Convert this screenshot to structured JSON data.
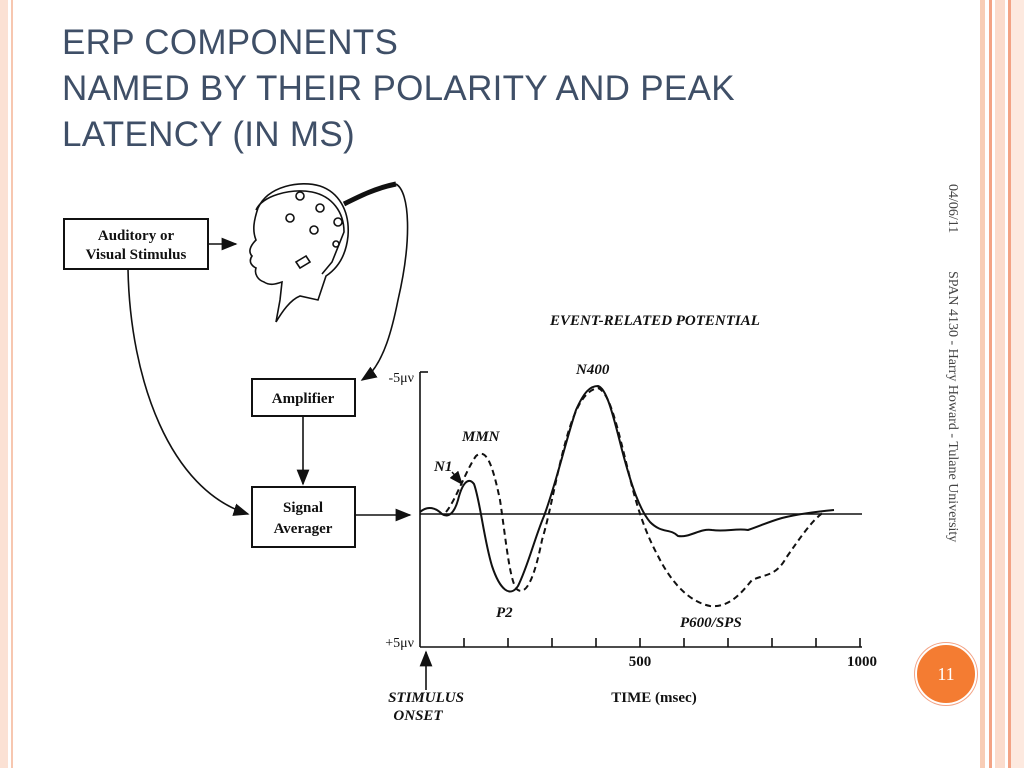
{
  "slide": {
    "title_lines": [
      "ERP COMPONENTS",
      "NAMED BY THEIR POLARITY AND PEAK",
      "LATENCY (IN MS)"
    ],
    "date": "04/06/11",
    "course": "SPAN 4130 - Harry Howard - Tulane University",
    "page_number": "11",
    "accent_color": "#f47c32",
    "title_color": "#3f4f67"
  },
  "diagram": {
    "stimulus_box": [
      "Auditory or",
      "Visual Stimulus"
    ],
    "amplifier_box": "Amplifier",
    "averager_box": [
      "Signal",
      "Averager"
    ],
    "erp_title": "EVENT-RELATED POTENTIAL",
    "y_top_label": "-5μν",
    "y_bottom_label": "+5μν",
    "x_tick_500": "500",
    "x_tick_1000": "1000",
    "x_axis_label": "TIME (msec)",
    "stimulus_onset": [
      "STIMULUS",
      "ONSET"
    ],
    "components": {
      "n1": "N1",
      "mmn": "MMN",
      "n400": "N400",
      "p2": "P2",
      "p600": "P600/SPS"
    }
  }
}
